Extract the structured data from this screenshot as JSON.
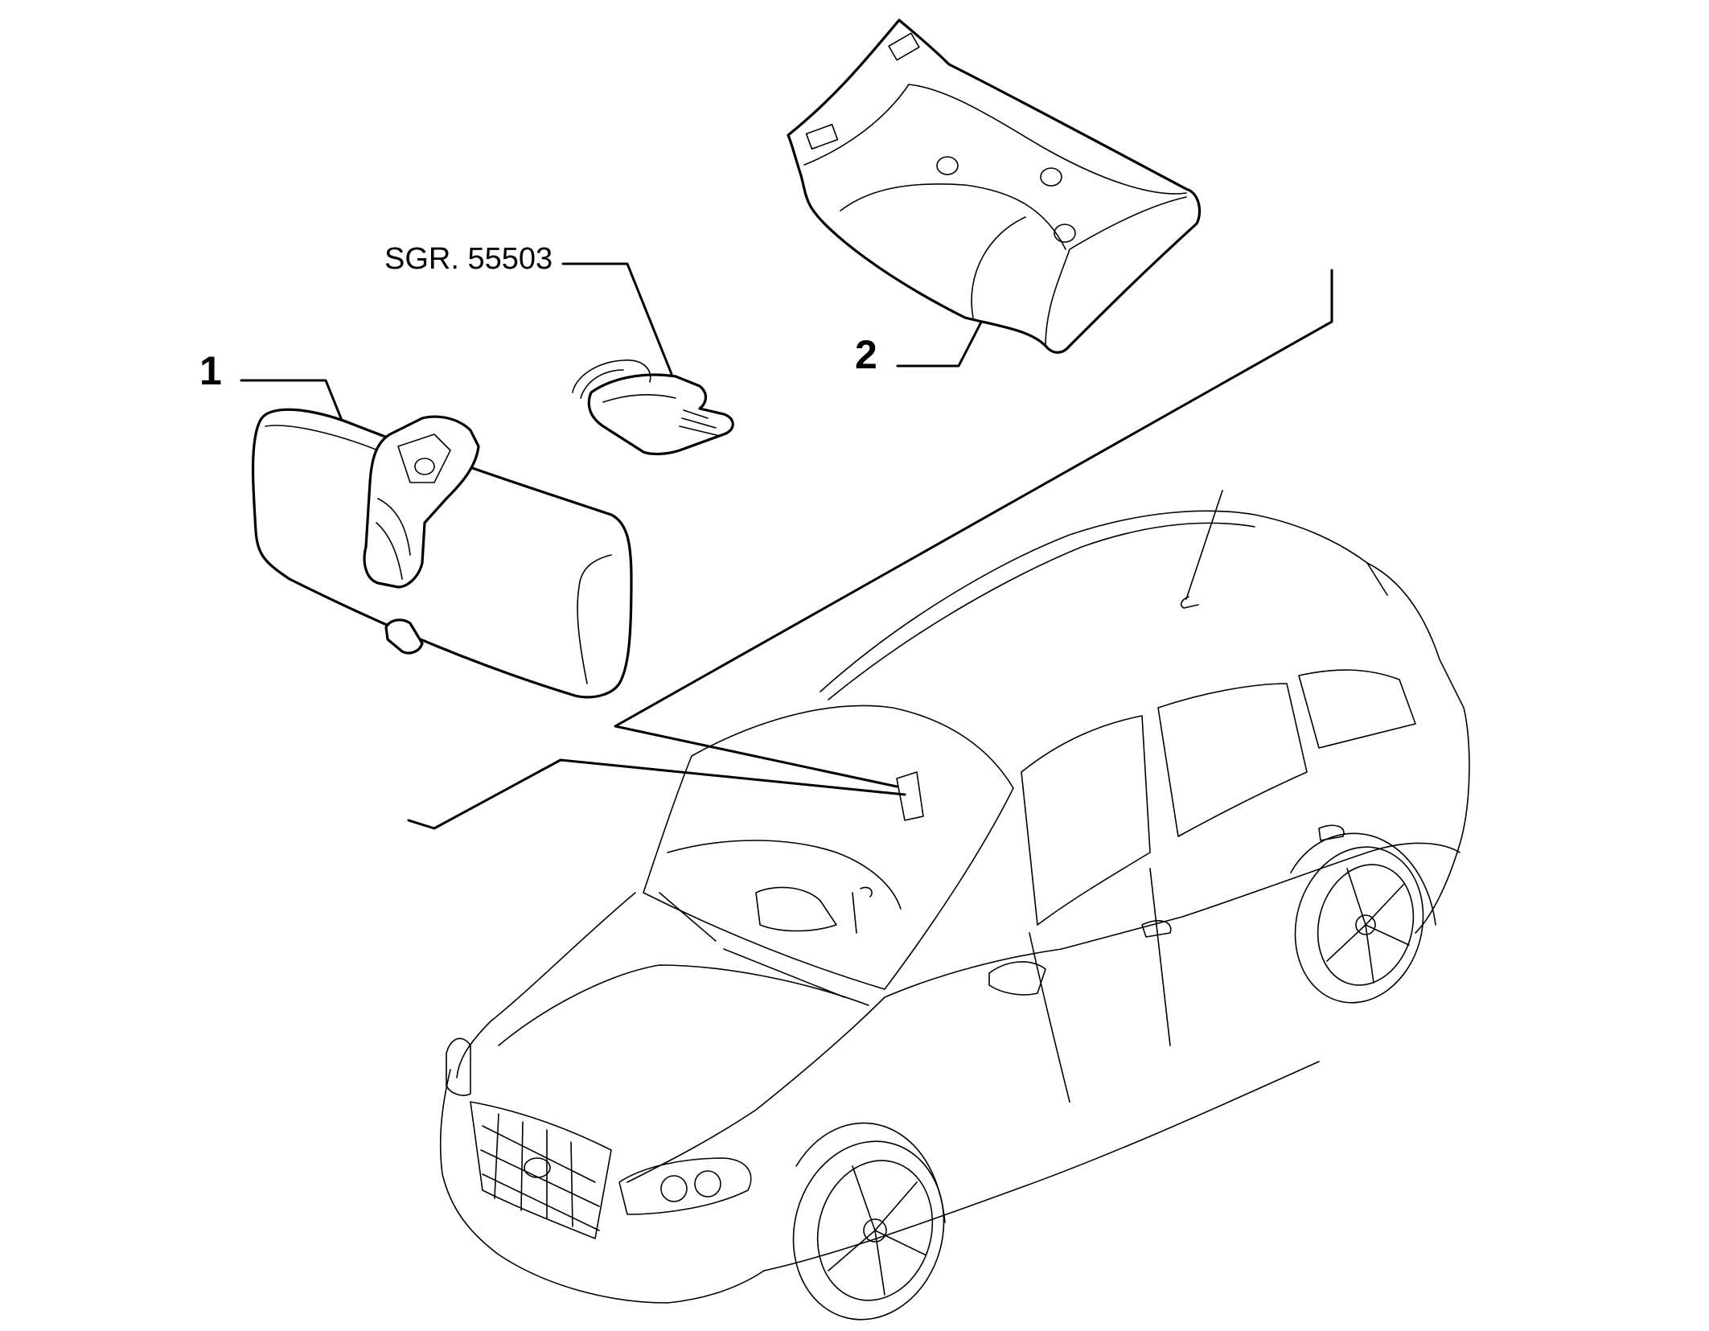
{
  "callouts": {
    "mirror": "1",
    "cover": "2",
    "sensor_ref": "SGR. 55503"
  },
  "colors": {
    "line": "#000000",
    "background": "#ffffff"
  }
}
